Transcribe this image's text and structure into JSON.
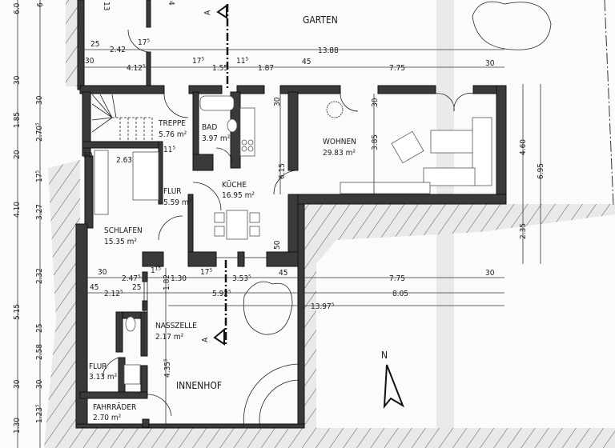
{
  "rooms": {
    "garten": {
      "name": "GARTEN"
    },
    "treppe": {
      "name": "TREPPE",
      "area": "5.76 m²"
    },
    "bad": {
      "name": "BAD",
      "area": "3.97 m²"
    },
    "kueche": {
      "name": "KÜCHE",
      "area": "16.95 m²"
    },
    "wohnen": {
      "name": "WOHNEN",
      "area": "29.83 m²"
    },
    "flur1": {
      "name": "FLUR",
      "area": "5.59 m²"
    },
    "schlafen": {
      "name": "SCHLAFEN",
      "area": "15.35 m²"
    },
    "nasszelle": {
      "name": "NASSZELLE",
      "area": "2.17 m²"
    },
    "flur2": {
      "name": "FLUR",
      "area": "3.13 m²"
    },
    "innenhof": {
      "name": "INNENHOF"
    },
    "fahrraeder": {
      "name": "FAHRRÄDER",
      "area": "2.70 m²"
    }
  },
  "section_marker": "A",
  "north": "N",
  "dims_top": [
    "25",
    "2.42",
    "17⁵",
    "13.88",
    "30",
    "4.12⁵",
    "17⁵",
    "1.55",
    "11⁵",
    "1.87",
    "45",
    "7.75",
    "30",
    "13",
    "4"
  ],
  "dims_mid": [
    "30",
    "2.47⁵",
    "1¹⁵",
    "1.30",
    "17⁵",
    "3.53⁵",
    "45",
    "7.75",
    "30",
    "45",
    "2.12⁵",
    "25",
    "5.92⁵",
    "8.05",
    "13.97⁵"
  ],
  "dims_vert": [
    "1.82",
    "4.35⁵",
    "6.15",
    "50",
    "30",
    "3.85",
    "4.60",
    "6.95",
    "2.35",
    "30",
    "11⁵",
    "2.63",
    "30"
  ],
  "dims_left1": [
    "6.0",
    "30",
    "1.85",
    "20",
    "4.10",
    "5.15",
    "30",
    "1.30"
  ],
  "dims_left2": [
    "6",
    "30",
    "2.70⁵",
    "17⁵",
    "3.27",
    "2.32",
    "25",
    "2.58",
    "30",
    "1.23⁵"
  ]
}
